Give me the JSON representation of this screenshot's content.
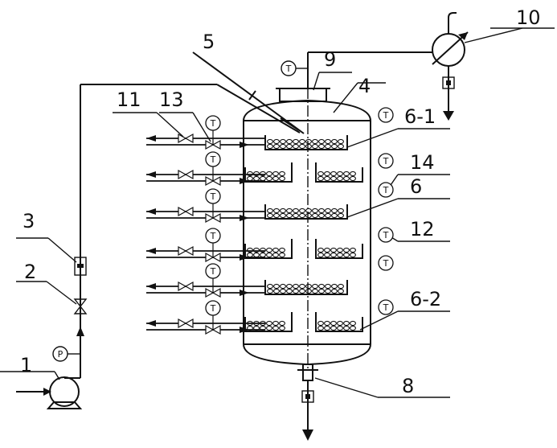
{
  "labels": {
    "pump": "1",
    "valve_inlet": "2",
    "flowmeter": "3",
    "vessel": "4",
    "feed_pipe": "5",
    "plate_top": "6-1",
    "plate_mid": "6",
    "plate_bottom": "6-2",
    "bottom_outlet": "8",
    "top_outlet": "9",
    "condenser": "10",
    "side_valve": "11",
    "thermometer_right": "12",
    "thermometer_left": "13",
    "thermometer_mid": "14"
  },
  "instrument_symbols": {
    "temperature": "T",
    "pressure": "P"
  },
  "icons": [
    "pump-icon",
    "valve-icon",
    "flowmeter-icon",
    "heat-exchanger-icon",
    "thermometer-icon",
    "pressure-gauge-icon",
    "flow-arrow-icon"
  ]
}
